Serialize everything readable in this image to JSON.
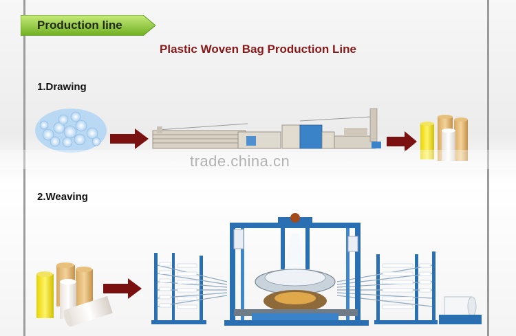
{
  "header": {
    "tag_label": "Production line",
    "title": "Plastic Woven Bag Production Line"
  },
  "steps": [
    {
      "label": "1.Drawing"
    },
    {
      "label": "2.Weaving"
    }
  ],
  "watermark": {
    "text": "trade.china.cn"
  },
  "colors": {
    "tag_green": "#8cc63f",
    "title_red": "#8a1616",
    "arrow": "#7a1010",
    "machine_blue": "#2b6fb3"
  }
}
